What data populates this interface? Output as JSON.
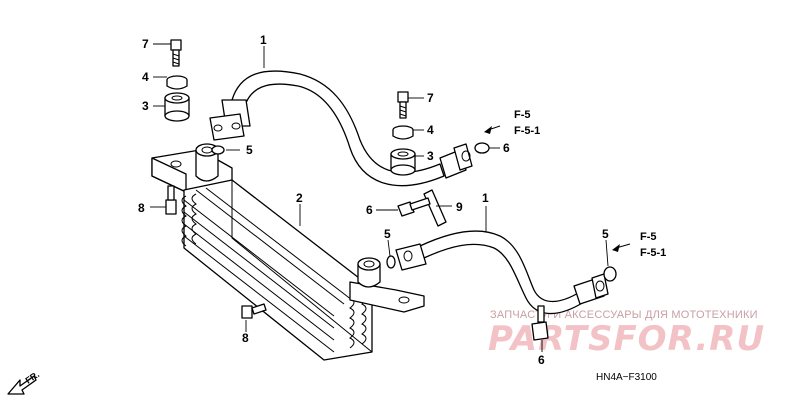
{
  "diagram": {
    "callouts": {
      "c1_hose_top": "1",
      "c1_hose_lower": "1",
      "c2_cooler": "2",
      "c3_left": "3",
      "c3_right": "3",
      "c4_left": "4",
      "c4_right": "4",
      "c5_left": "5",
      "c5_mid": "5",
      "c5_right": "5",
      "c6_top": "6",
      "c6_mid": "6",
      "c6_bottom": "6",
      "c7_left": "7",
      "c7_right": "7",
      "c8_left": "8",
      "c8_bottom": "8",
      "c9": "9"
    },
    "references": {
      "upper": {
        "line1": "F-5",
        "line2": "F-5-1"
      },
      "lower": {
        "line1": "F-5",
        "line2": "F-5-1"
      }
    },
    "front_label": "FR.",
    "diagram_code": "HN4A−F3100"
  },
  "watermark": {
    "tagline": "ЗАПЧАСТИ И АКСЕССУАРЫ ДЛЯ МОТОТЕХНИКИ",
    "logo": "PARTSFOR.RU"
  },
  "colors": {
    "line": "#000000",
    "background": "#ffffff",
    "watermark": "#f2c2c6",
    "watermark_text": "#c8a0a4"
  }
}
